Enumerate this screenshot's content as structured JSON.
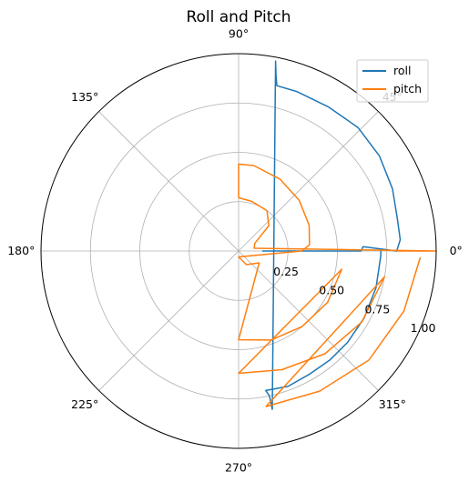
{
  "chart_data": {
    "type": "line",
    "projection": "polar",
    "title": "Roll and Pitch",
    "theta_unit": "degrees",
    "theta_tick_labels": [
      "0°",
      "45°",
      "90°",
      "135°",
      "180°",
      "225°",
      "270°",
      "315°"
    ],
    "theta_ticks_deg": [
      0,
      45,
      90,
      135,
      180,
      225,
      270,
      315
    ],
    "r_tick_labels": [
      "0.25",
      "0.50",
      "0.75",
      "1.00"
    ],
    "r_ticks": [
      0.25,
      0.5,
      0.75,
      1.0
    ],
    "rlim": [
      0,
      1.0
    ],
    "grid": true,
    "legend": {
      "placement": "top-right",
      "entries": [
        "roll",
        "pitch"
      ]
    },
    "colors": {
      "roll": "#1f77b4",
      "pitch": "#ff7f0e",
      "grid": "#b0b0b0"
    },
    "series": [
      {
        "name": "roll",
        "points": [
          {
            "theta": 0,
            "r": 0.12
          },
          {
            "theta": 0,
            "r": 0.45
          },
          {
            "theta": 0,
            "r": 0.62
          },
          {
            "theta": 2,
            "r": 0.63
          },
          {
            "theta": 0,
            "r": 0.8
          },
          {
            "theta": 4,
            "r": 0.82
          },
          {
            "theta": 12,
            "r": 0.82
          },
          {
            "theta": 22,
            "r": 0.84
          },
          {
            "theta": 34,
            "r": 0.86
          },
          {
            "theta": 46,
            "r": 0.87
          },
          {
            "theta": 58,
            "r": 0.86
          },
          {
            "theta": 70,
            "r": 0.86
          },
          {
            "theta": 77,
            "r": 0.86
          },
          {
            "theta": 78,
            "r": 0.91
          },
          {
            "theta": 79,
            "r": 0.98
          },
          {
            "theta": 282,
            "r": 0.82
          },
          {
            "theta": 282,
            "r": 0.75
          },
          {
            "theta": 281,
            "r": 0.72
          },
          {
            "theta": 290,
            "r": 0.73
          },
          {
            "theta": 300,
            "r": 0.72
          },
          {
            "theta": 310,
            "r": 0.72
          },
          {
            "theta": 320,
            "r": 0.72
          },
          {
            "theta": 332,
            "r": 0.72
          },
          {
            "theta": 345,
            "r": 0.72
          },
          {
            "theta": 358,
            "r": 0.72
          },
          {
            "theta": 0,
            "r": 0.72
          }
        ]
      },
      {
        "name": "pitch",
        "points": [
          {
            "theta": 0,
            "r": 0.8
          },
          {
            "theta": 0,
            "r": 1.0
          },
          {
            "theta": 10,
            "r": 0.08
          },
          {
            "theta": 25,
            "r": 0.09
          },
          {
            "theta": 40,
            "r": 0.2
          },
          {
            "theta": 55,
            "r": 0.25
          },
          {
            "theta": 75,
            "r": 0.26
          },
          {
            "theta": 90,
            "r": 0.27
          },
          {
            "theta": 90,
            "r": 0.33
          },
          {
            "theta": 90,
            "r": 0.44
          },
          {
            "theta": 80,
            "r": 0.44
          },
          {
            "theta": 60,
            "r": 0.42
          },
          {
            "theta": 40,
            "r": 0.4
          },
          {
            "theta": 20,
            "r": 0.38
          },
          {
            "theta": 5,
            "r": 0.36
          },
          {
            "theta": 0,
            "r": 0.32
          },
          {
            "theta": 270,
            "r": 0.03
          },
          {
            "theta": 300,
            "r": 0.08
          },
          {
            "theta": 330,
            "r": 0.12
          },
          {
            "theta": 270,
            "r": 0.45
          },
          {
            "theta": 290,
            "r": 0.48
          },
          {
            "theta": 310,
            "r": 0.5
          },
          {
            "theta": 330,
            "r": 0.52
          },
          {
            "theta": 350,
            "r": 0.53
          },
          {
            "theta": 270,
            "r": 0.62
          },
          {
            "theta": 290,
            "r": 0.64
          },
          {
            "theta": 310,
            "r": 0.68
          },
          {
            "theta": 330,
            "r": 0.72
          },
          {
            "theta": 350,
            "r": 0.75
          },
          {
            "theta": 280,
            "r": 0.8
          },
          {
            "theta": 300,
            "r": 0.82
          },
          {
            "theta": 320,
            "r": 0.86
          },
          {
            "theta": 340,
            "r": 0.89
          },
          {
            "theta": 358,
            "r": 0.92
          }
        ]
      }
    ]
  }
}
